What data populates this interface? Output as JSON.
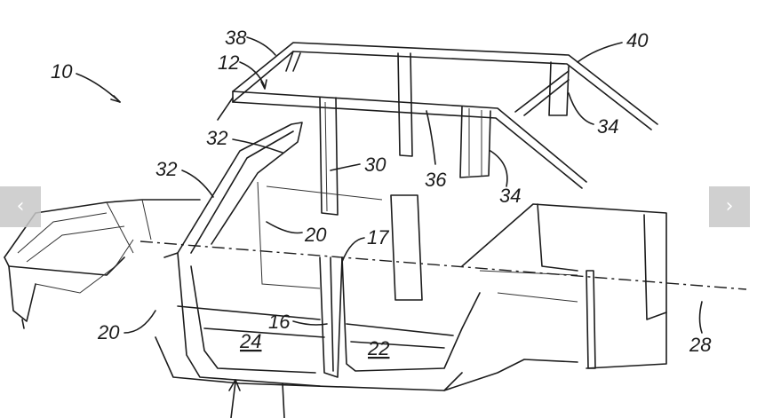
{
  "figure": {
    "labels": {
      "l10": "10",
      "l12": "12",
      "l16": "16",
      "l17": "17",
      "l20a": "20",
      "l20b": "20",
      "l22": "22",
      "l24": "24",
      "l28": "28",
      "l30": "30",
      "l32a": "32",
      "l32b": "32",
      "l34a": "34",
      "l34b": "34",
      "l36": "36",
      "l38": "38",
      "l40": "40"
    }
  },
  "carousel": {
    "prev_icon": "chevron-left-icon",
    "next_icon": "chevron-right-icon",
    "prev_glyph": "‹",
    "next_glyph": "›"
  }
}
